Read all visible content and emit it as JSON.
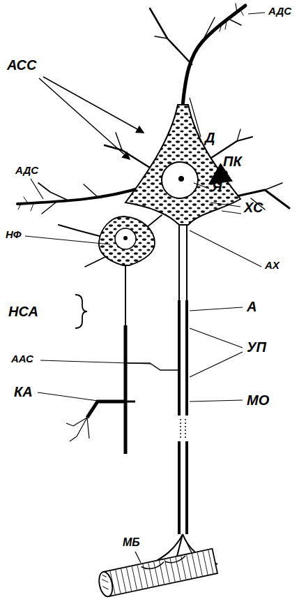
{
  "diagram": {
    "labels": [
      "АДС",
      "АСС",
      "Д",
      "ПК",
      "Я",
      "ХС",
      "АДС",
      "НФ",
      "АХ",
      "А",
      "НСА",
      "ААС",
      "УП",
      "КА",
      "МО",
      "МБ"
    ]
  }
}
